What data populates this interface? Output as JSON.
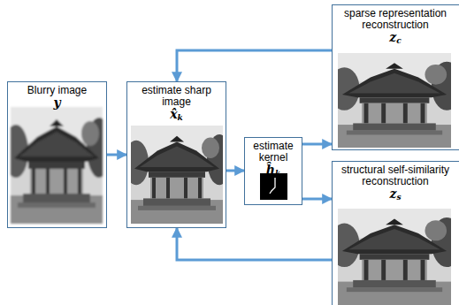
{
  "diagram": {
    "nodes": [
      {
        "text": [
          "Blurry image",
          "y"
        ]
      },
      {
        "text": [
          "estimate sharp image",
          "x̂k"
        ]
      },
      {
        "text": [
          "estimate kernel",
          "ĥk"
        ]
      },
      {
        "text": [
          "sparse representation reconstruction",
          "zc"
        ]
      },
      {
        "text": [
          "structural self-similarity reconstruction",
          "zs"
        ]
      }
    ],
    "edges": [
      {
        "from": 0,
        "to": 1,
        "arrow": "to"
      },
      {
        "from": 1,
        "to": 2,
        "arrow": "to"
      },
      {
        "from": 2,
        "to": 3,
        "arrow": "to"
      },
      {
        "from": 2,
        "to": 4,
        "arrow": "to"
      },
      {
        "from": 3,
        "to": 1,
        "arrow": "to"
      },
      {
        "from": 4,
        "to": 1,
        "arrow": "to"
      }
    ]
  }
}
